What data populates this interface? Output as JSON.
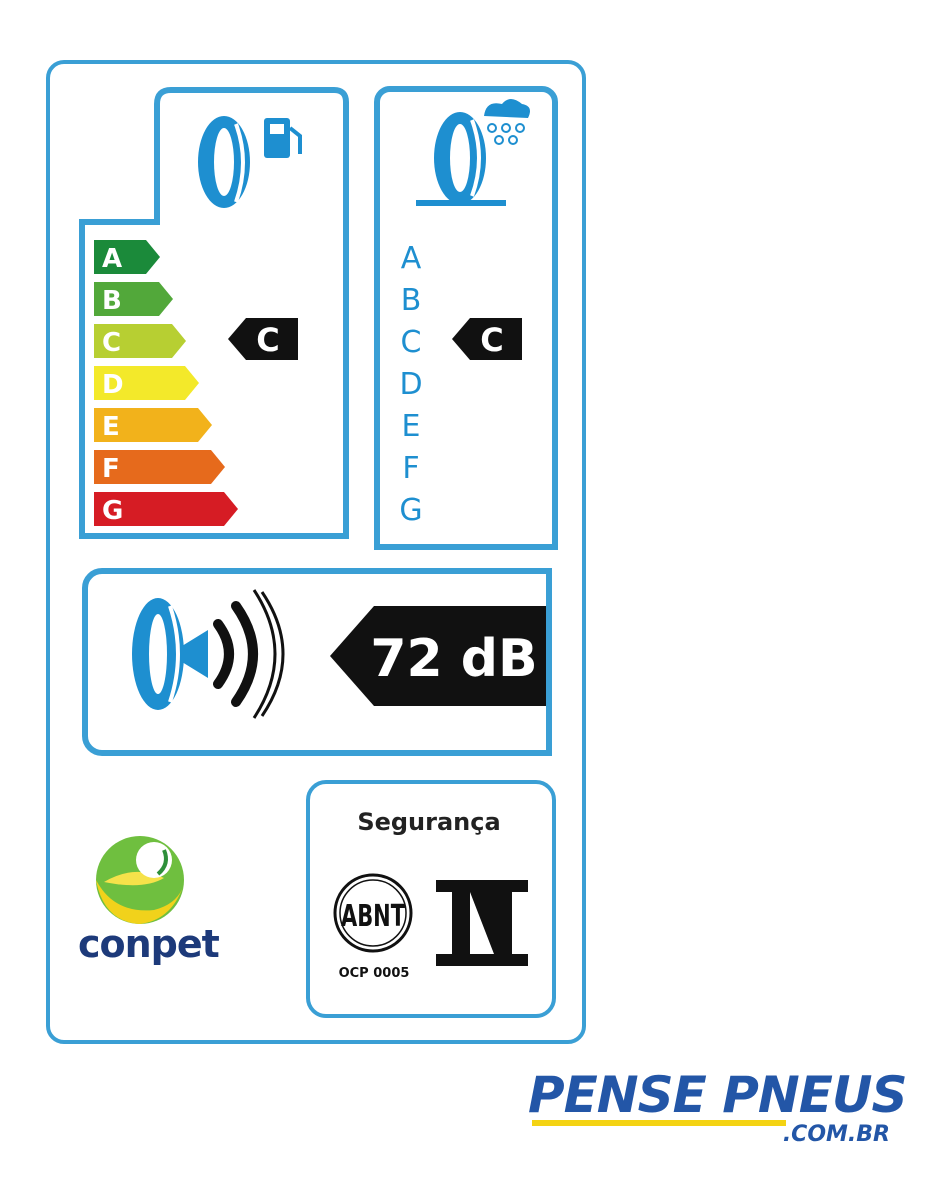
{
  "fuel_efficiency": {
    "icon": "tire-fuel-pump-icon",
    "grades": [
      {
        "letter": "A",
        "color": "#1b8a3a"
      },
      {
        "letter": "B",
        "color": "#52a83a"
      },
      {
        "letter": "C",
        "color": "#b7cf32"
      },
      {
        "letter": "D",
        "color": "#f3e92a"
      },
      {
        "letter": "E",
        "color": "#f2b21b"
      },
      {
        "letter": "F",
        "color": "#e66a1c"
      },
      {
        "letter": "G",
        "color": "#d61c24"
      }
    ],
    "rating": "C",
    "rating_index": 2
  },
  "wet_grip": {
    "icon": "tire-rain-cloud-icon",
    "grades": [
      "A",
      "B",
      "C",
      "D",
      "E",
      "F",
      "G"
    ],
    "rating": "C",
    "rating_index": 2
  },
  "noise": {
    "icon": "tire-sound-waves-icon",
    "value": "72 dB"
  },
  "conpet": {
    "name": "conpet"
  },
  "safety": {
    "title": "Segurança",
    "abnt_text": "ABNT",
    "ocp_text": "OCP 0005",
    "inmetro_icon": "inmetro-logo-icon"
  },
  "brand": {
    "name": "PENSE PNEUS",
    "domain": ".COM.BR"
  },
  "colors": {
    "frame_blue": "#3a9fd5",
    "icon_blue": "#1e8fd0",
    "brand_blue": "#2356a7",
    "brand_yellow": "#f4d313"
  }
}
